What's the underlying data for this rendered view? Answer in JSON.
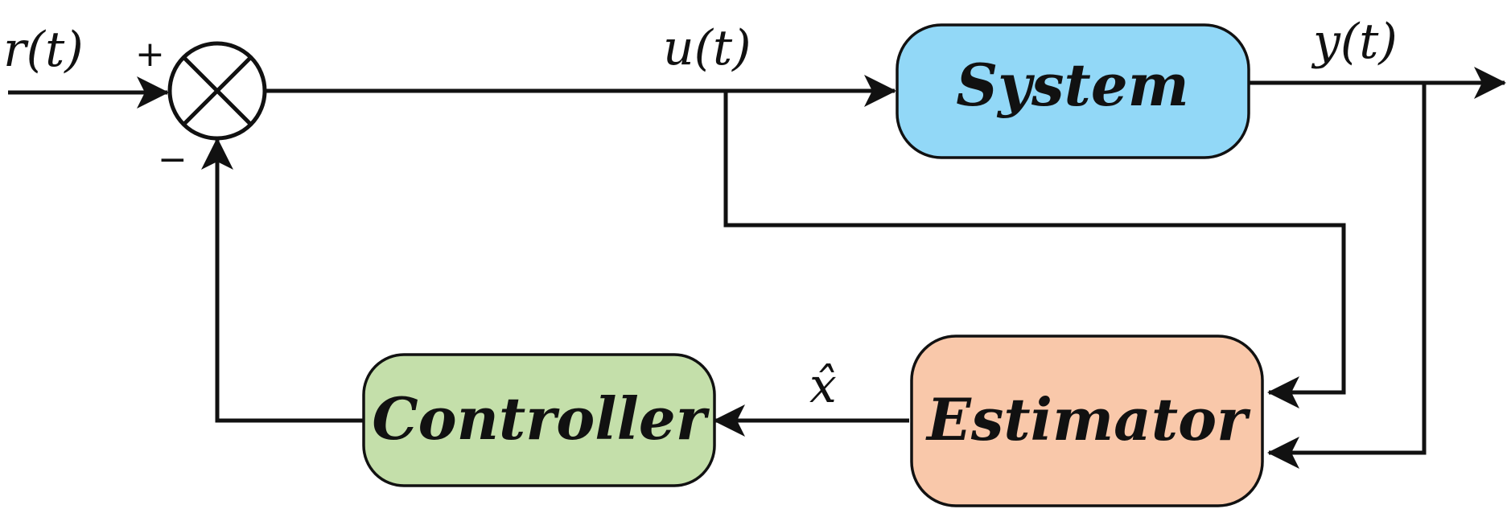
{
  "blocks": {
    "system": {
      "label": "System",
      "color": "#92D8F7"
    },
    "estimator": {
      "label": "Estimator",
      "color": "#F9C8AA"
    },
    "controller": {
      "label": "Controller",
      "color": "#C4DFAA"
    }
  },
  "signals": {
    "reference": "r(t)",
    "input": "u(t)",
    "output": "y(t)",
    "estimate": "x̂"
  },
  "summing_junction": {
    "plus_sign": "+",
    "minus_sign": "−"
  }
}
